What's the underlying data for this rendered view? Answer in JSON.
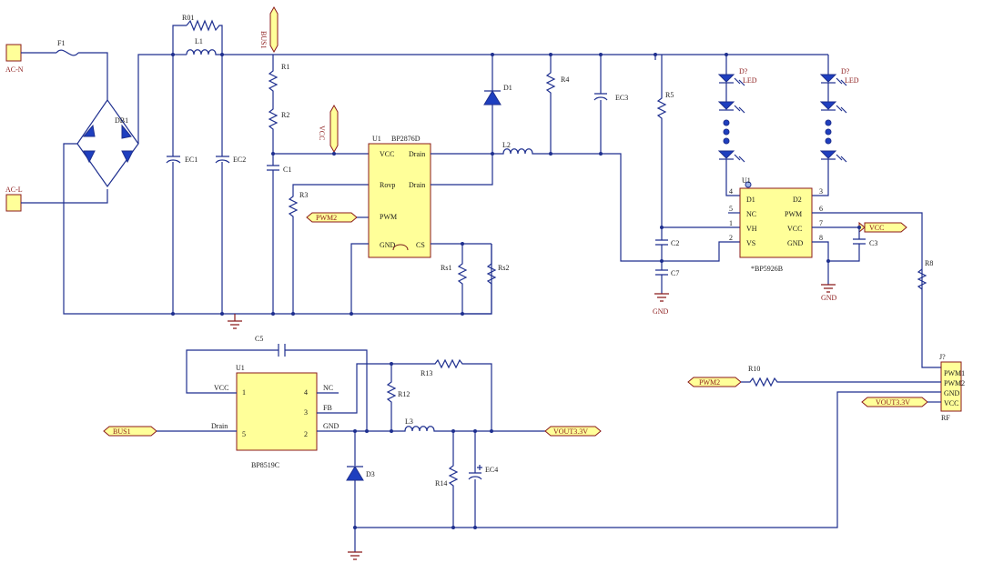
{
  "connectors": {
    "ac_n": "AC-N",
    "ac_l": "AC-L"
  },
  "parts": {
    "f1": "F1",
    "db1": "DB1",
    "r01": "R01",
    "l1": "L1",
    "ec1": "EC1",
    "ec2": "EC2",
    "r1": "R1",
    "r2": "R2",
    "c1": "C1",
    "r3": "R3",
    "d1": "D1",
    "r4": "R4",
    "ec3": "EC3",
    "l2": "L2",
    "rs1": "Rs1",
    "rs2": "Rs2",
    "r5": "R5",
    "c2": "C2",
    "c7": "C7",
    "c3": "C3",
    "r8": "R8",
    "r10": "R10",
    "c5": "C5",
    "r13": "R13",
    "r12": "R12",
    "l3": "L3",
    "d3": "D3",
    "r14": "R14",
    "ec4": "EC4",
    "led_a": "D?",
    "led_b": "D?",
    "led_txt": "LED"
  },
  "ic_bp2876d": {
    "ref": "U1",
    "name": "BP2876D",
    "pins": {
      "vcc": "VCC",
      "drain1": "Drain",
      "rovp": "Rovp",
      "drain2": "Drain",
      "pwm": "PWM",
      "gnd": "GND",
      "cs": "CS"
    }
  },
  "ic_bp5926b": {
    "ref": "U1",
    "name": "*BP5926B",
    "pins": {
      "d1": "D1",
      "d2": "D2",
      "nc": "NC",
      "pwm": "PWM",
      "vh": "VH",
      "vcc": "VCC",
      "vs": "VS",
      "gnd": "GND"
    },
    "nums": {
      "p4": "4",
      "p3": "3",
      "p5": "5",
      "p6": "6",
      "p1": "1",
      "p7": "7",
      "p2": "2",
      "p8": "8"
    }
  },
  "ic_bp8519c": {
    "ref": "U1",
    "name": "BP8519C",
    "pins": {
      "vcc": "VCC",
      "nc": "NC",
      "fb": "FB",
      "drain": "Drain",
      "gnd": "GND"
    },
    "nums": {
      "p1": "1",
      "p4": "4",
      "p3": "3",
      "p5": "5",
      "p2": "2"
    }
  },
  "connector_j": {
    "ref": "J?",
    "name": "RF",
    "pins": {
      "pwm1": "PWM1",
      "pwm2": "PWM2",
      "gnd": "GND",
      "vcc": "VCC"
    }
  },
  "nets": {
    "bus1_top": "BUS1",
    "vcc_top": "VCC",
    "pwm2_left": "PWM2",
    "vcc_right": "VCC",
    "pwm2_right": "PWM2",
    "vout_right": "VOUT3.3V",
    "bus1_bottom": "BUS1",
    "vout_bottom": "VOUT3.3V",
    "gnd_c7": "GND",
    "gnd_c3": "GND"
  },
  "colors": {
    "wire": "#1e2f8f",
    "body_fill": "#ffff99",
    "body_border": "#8b1a1a",
    "led": "#1e3fbf"
  }
}
